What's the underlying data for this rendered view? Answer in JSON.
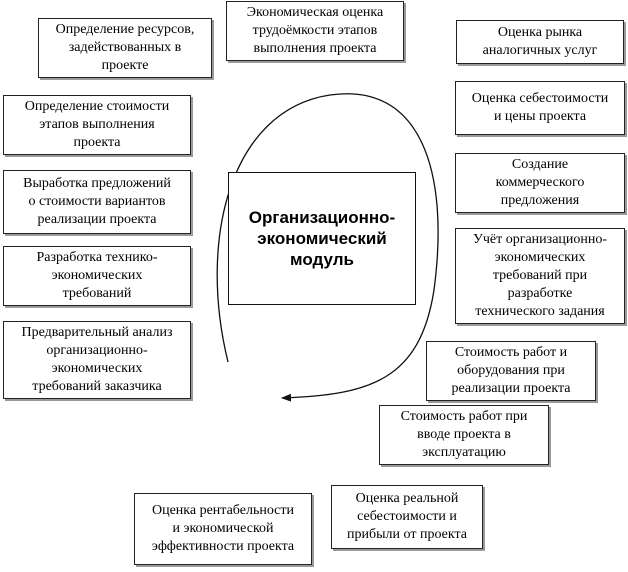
{
  "diagram": {
    "center_title": "Организационно-\nэкономический\nмодуль",
    "boxes": {
      "resources": "Определение ресурсов,\nзадействованных в\nпроекте",
      "labor_estimate": "Экономическая оценка\nтрудоёмкости этапов\nвыполнения проекта",
      "market_estimate": "Оценка рынка\nаналогичных услуг",
      "stage_cost": "Определение стоимости\nэтапов выполнения\nпроекта",
      "cost_price": "Оценка себестоимости\nи цены проекта",
      "variant_offers": "Выработка предложений\nо стоимости вариантов\nреализации проекта",
      "commercial_offer": "Создание\nкоммерческого\nпредложения",
      "tech_econ_req": "Разработка технико-\nэкономических\nтребований",
      "org_econ_req_tz": "Учёт организационно-\nэкономических\nтребований при\nразработке\nтехнического задания",
      "preliminary_analysis": "Предварительный анализ\nорганизационно-\nэкономических\nтребований заказчика",
      "works_equipment_cost": "Стоимость работ и\nоборудования при\nреализации проекта",
      "commissioning_cost": "Стоимость работ при\nвводе проекта в\nэксплуатацию",
      "profitability": "Оценка рентабельности\nи экономической\nэффективности проекта",
      "real_cost_profit": "Оценка реальной\nсебестоимости и\nприбыли от проекта"
    }
  }
}
